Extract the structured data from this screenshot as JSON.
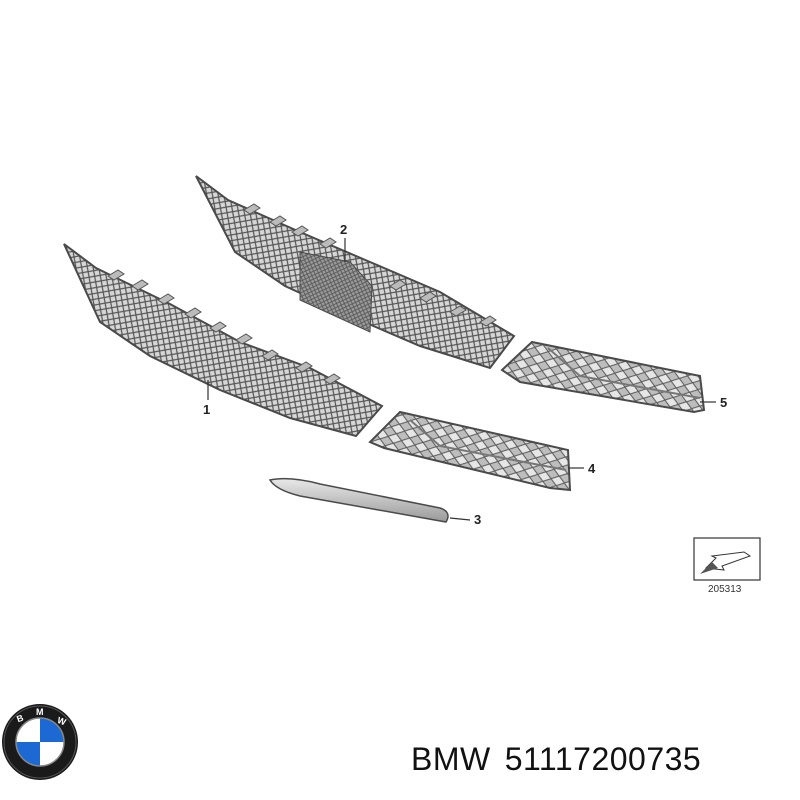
{
  "callouts": {
    "part1": "1",
    "part2": "2",
    "part3": "3",
    "part4": "4",
    "part5": "5"
  },
  "reference_number": "205313",
  "brand_logo": {
    "name": "bmw-roundel-icon",
    "text": "BMW"
  },
  "caption": {
    "brand": "BMW",
    "part_number": "51117200735"
  },
  "colors": {
    "part_fill": "#cfcfcf",
    "part_stroke": "#4a4a4a",
    "mesh": "#6a6a6a",
    "accent_blue": "#1c69d4"
  }
}
